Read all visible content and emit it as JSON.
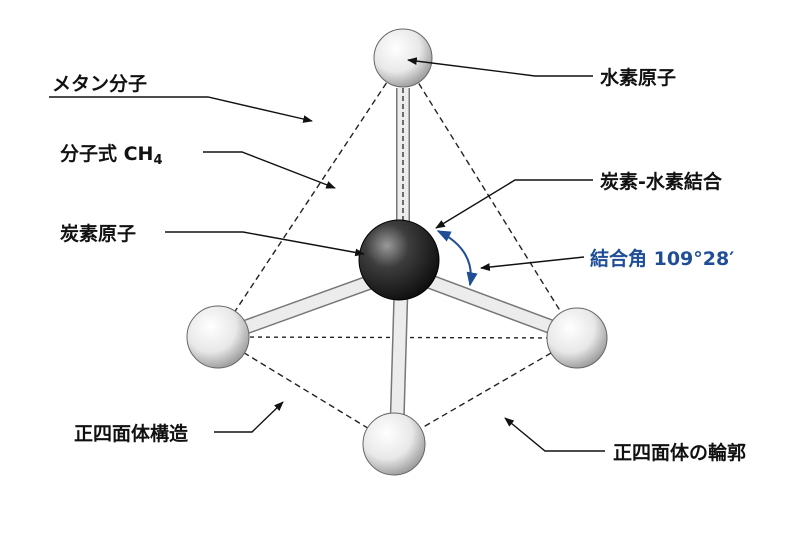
{
  "labels": {
    "methane_molecule": "メタン分子",
    "molecular_formula_prefix": "分子式 CH",
    "molecular_formula_subscript": "4",
    "carbon_atom": "炭素原子",
    "hydrogen_atom": "水素原子",
    "ch_bond": "炭素-水素結合",
    "bond_angle": "結合角 109°28′",
    "tetrahedral_structure": "正四面体構造",
    "tetrahedron_outline": "正四面体の輪郭"
  },
  "colors": {
    "background": "#ffffff",
    "text": "#111111",
    "angle_accent": "#1f4e96",
    "carbon": "#2a2a2a",
    "hydrogen": "#f2f2f2",
    "bond": "#dcdcdc"
  }
}
